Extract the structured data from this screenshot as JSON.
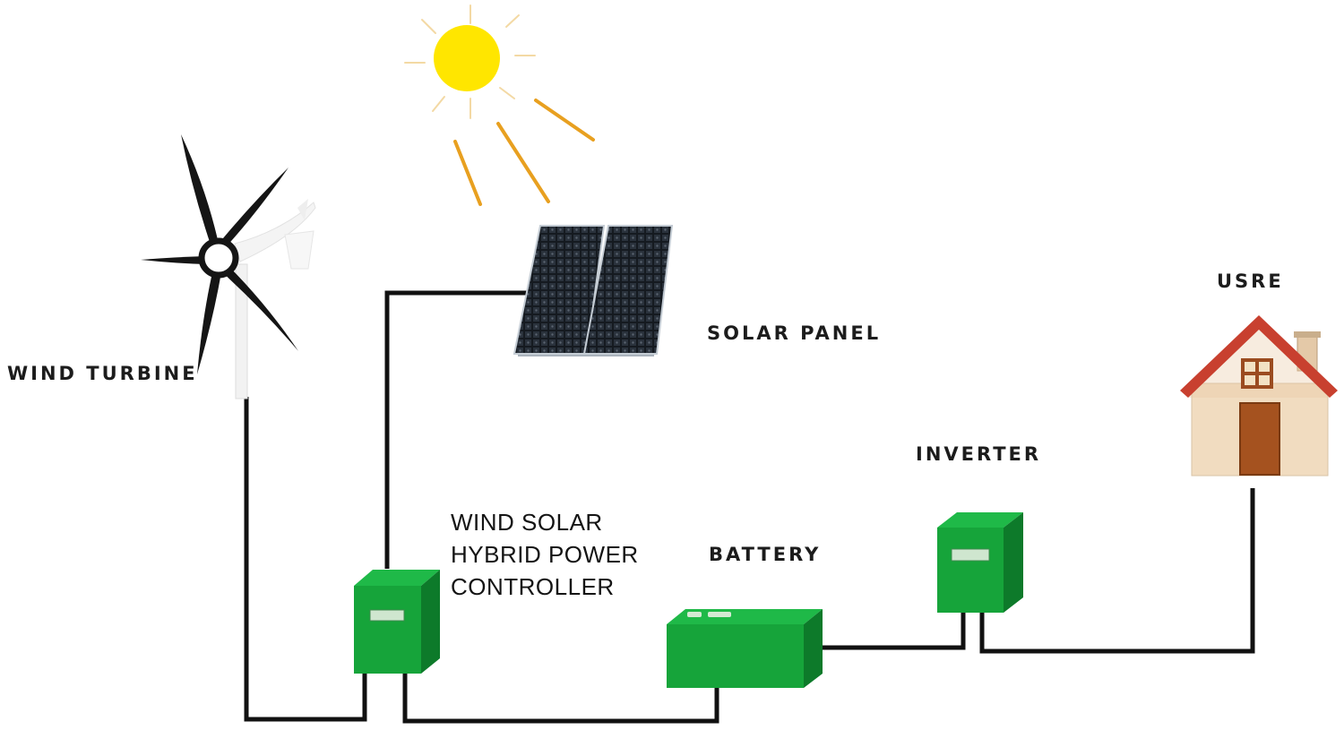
{
  "diagram": {
    "labels": {
      "wind_turbine": "WIND TURBINE",
      "solar_panel": "SOLAR PANEL",
      "user": "USRE",
      "inverter": "INVERTER",
      "battery": "BATTERY",
      "controller_line1": "WIND SOLAR",
      "controller_line2": "HYBRID POWER",
      "controller_line3": "CONTROLLER"
    },
    "colors": {
      "box_green": "#16a43a",
      "box_green_dark": "#0d7a2a",
      "wire": "#111111",
      "sun": "#ffe600",
      "sun_ray": "#e8a020",
      "roof": "#c8402f",
      "house_wall": "#f1dcc0",
      "door": "#a5521f"
    },
    "icons": [
      "sun-icon",
      "wind-turbine-icon",
      "solar-panel-icon",
      "house-icon",
      "controller-box-icon",
      "battery-icon",
      "inverter-box-icon"
    ]
  }
}
